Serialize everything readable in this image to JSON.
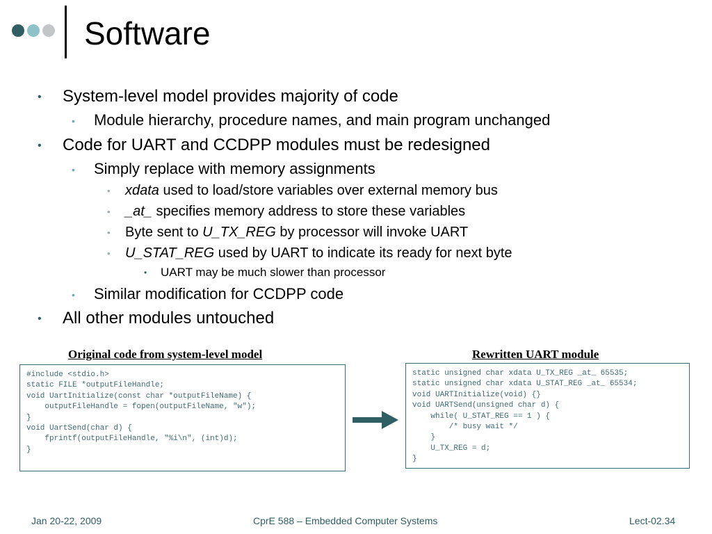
{
  "title": "Software",
  "bullets": {
    "b1": "System-level model provides majority of code",
    "b1a": "Module hierarchy, procedure names, and main program unchanged",
    "b2": "Code for UART and CCDPP modules must be redesigned",
    "b2a": "Simply replace with memory assignments",
    "b2a1_em": "xdata",
    "b2a1_rest": " used to load/store variables over external memory bus",
    "b2a2_em": "_at_",
    "b2a2_rest": " specifies memory address to store these variables",
    "b2a3_pre": "Byte sent to ",
    "b2a3_em": "U_TX_REG",
    "b2a3_rest": " by processor will invoke UART",
    "b2a4_em": "U_STAT_REG",
    "b2a4_rest": " used by UART to indicate its ready for next byte",
    "b2a4a": "UART may be much slower than processor",
    "b2b": "Similar modification for CCDPP code",
    "b3": "All other modules untouched"
  },
  "left_code": {
    "caption": "Original code from system-level model",
    "code": "#include <stdio.h>\nstatic FILE *outputFileHandle;\nvoid UartInitialize(const char *outputFileName) {\n    outputFileHandle = fopen(outputFileName, \"w\");\n}\nvoid UartSend(char d) {\n    fprintf(outputFileHandle, \"%i\\n\", (int)d);\n}"
  },
  "right_code": {
    "caption": "Rewritten UART module",
    "code": "static unsigned char xdata U_TX_REG _at_ 65535;\nstatic unsigned char xdata U_STAT_REG _at_ 65534;\nvoid UARTInitialize(void) {}\nvoid UARTSend(unsigned char d) {\n    while( U_STAT_REG == 1 ) {\n        /* busy wait */\n    }\n    U_TX_REG = d;\n}"
  },
  "footer": {
    "date": "Jan 20-22, 2009",
    "course": "CprE 588 – Embedded Computer Systems",
    "lecture": "Lect-02.34"
  },
  "colors": {
    "accent_dark": "#2f5e63",
    "accent_light": "#8fc1c9",
    "accent_grey": "#c3c6c7",
    "code_text": "#3f6a72"
  }
}
